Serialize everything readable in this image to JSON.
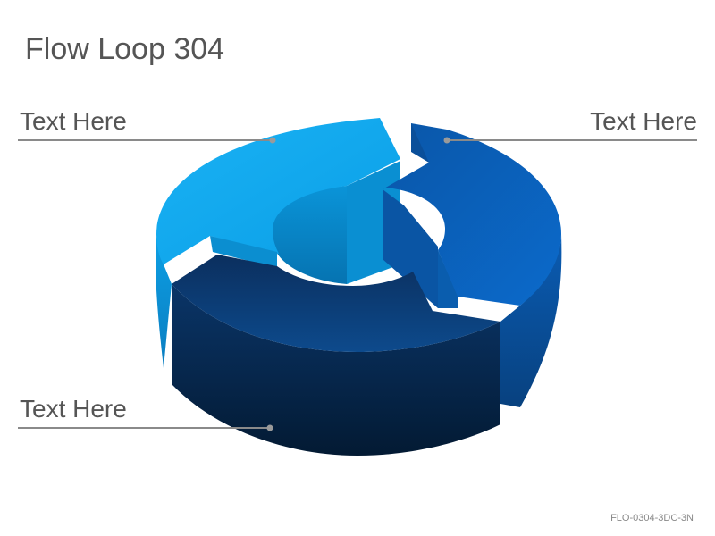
{
  "title": "Flow Loop 304",
  "callouts": [
    {
      "text": "Text Here"
    },
    {
      "text": "Text Here"
    },
    {
      "text": "Text Here"
    }
  ],
  "footer": "FLO-0304-3DC-3N",
  "colors": {
    "light_segment": "#0ea5ec",
    "mid_segment": "#0d64bd",
    "dark_segment": "#0c3466",
    "leader_line": "#8a8a8a",
    "text": "#555555"
  }
}
